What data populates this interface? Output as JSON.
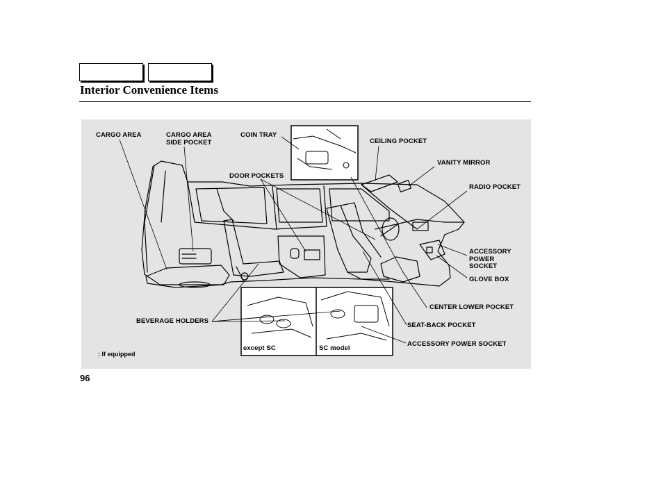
{
  "header": {
    "tabs": [
      "",
      ""
    ],
    "title": "Interior Convenience Items"
  },
  "labels": {
    "cargo_area": "CARGO AREA",
    "cargo_area_side_pocket": "CARGO AREA\nSIDE POCKET",
    "coin_tray": "COIN TRAY",
    "door_pockets": "DOOR POCKETS",
    "ceiling_pocket": "CEILING POCKET",
    "vanity_mirror": "VANITY MIRROR",
    "radio_pocket": "RADIO POCKET",
    "accessory_power_socket_stack": "ACCESSORY\nPOWER\nSOCKET",
    "glove_box": "GLOVE BOX",
    "center_lower_pocket": "CENTER LOWER POCKET",
    "seat_back_pocket": "SEAT-BACK POCKET",
    "accessory_power_socket": "ACCESSORY POWER SOCKET",
    "beverage_holders": "BEVERAGE HOLDERS",
    "inset_except_sc": "except SC",
    "inset_sc_model": "SC model"
  },
  "footnote": ":  If equipped",
  "page_number": "96"
}
